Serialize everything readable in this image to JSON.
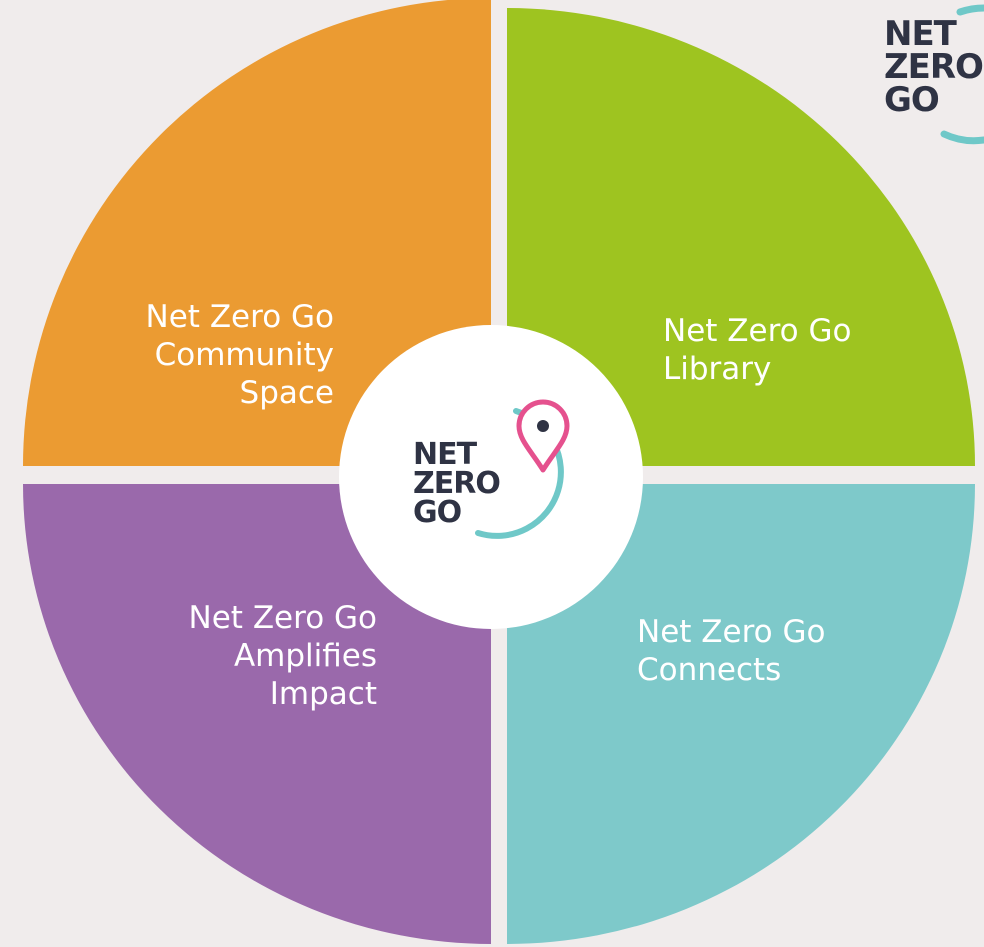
{
  "quadrants": {
    "top_left": {
      "lines": [
        "Net Zero Go",
        "Community",
        "Space"
      ],
      "color": "#eb9b32"
    },
    "top_right": {
      "lines": [
        "Net Zero Go",
        "Library"
      ],
      "color": "#9ec420"
    },
    "bottom_left": {
      "lines": [
        "Net Zero Go",
        "Amplifies",
        "Impact"
      ],
      "color": "#9a69ab"
    },
    "bottom_right": {
      "lines": [
        "Net Zero Go",
        "Connects"
      ],
      "color": "#7ec9ca"
    }
  },
  "center_logo": {
    "lines": [
      "NET",
      "ZERO",
      "GO"
    ],
    "ring_color": "#6fc8c8",
    "pin_color": "#e5518e",
    "text_color": "#2f3344"
  },
  "corner_logo": {
    "lines": [
      "NET",
      "ZERO",
      "GO"
    ],
    "ring_color": "#6fc8c8"
  },
  "background_color": "#f0ecec"
}
